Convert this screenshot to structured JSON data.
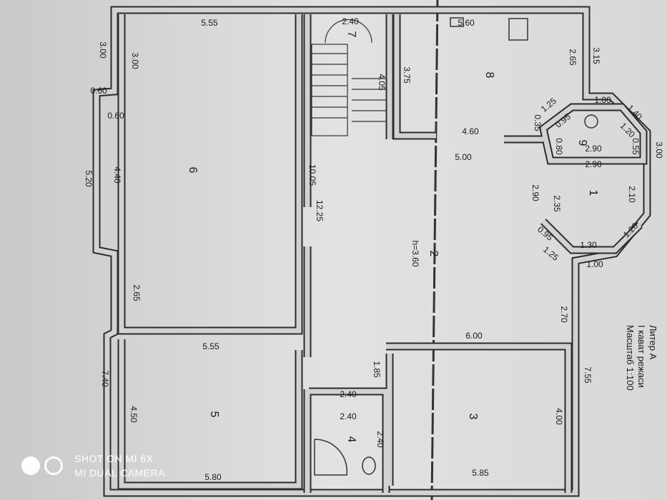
{
  "plan": {
    "rooms": [
      "6",
      "7",
      "8",
      "9",
      "1",
      "2",
      "5",
      "4",
      "3"
    ],
    "height_label": "h=3.60",
    "dimensions": [
      "5.55",
      "2.40",
      "5.60",
      "3.00",
      "3.00",
      "0.60",
      "0.60",
      "3.75",
      "4.05",
      "2.65",
      "3.15",
      "1.00",
      "1.25",
      "1.40",
      "0.35",
      "0.95",
      "1.20",
      "0.55",
      "0.80",
      "3.00",
      "4.60",
      "5.00",
      "2.90",
      "2.90",
      "10.05",
      "5.20",
      "4.40",
      "2.10",
      "2.90",
      "2.35",
      "12.25",
      "1.20",
      "0.95",
      "1.30",
      "1.25",
      "1.00",
      "2.65",
      "2.70",
      "6.00",
      "5.55",
      "1.85",
      "7.40",
      "7.55",
      "2.40",
      "2.40",
      "4.50",
      "4.00",
      "2.40",
      "5.80",
      "5.85"
    ]
  },
  "legend": {
    "line1": "Литер А",
    "line2": "I кават режаси",
    "line3": "Масштаб 1:100"
  },
  "watermark": {
    "line1": "SHOT ON MI 6X",
    "line2": "MI DUAL CAMERA"
  },
  "colors": {
    "paper": "#dcdcda",
    "wall": "#2c2c2c"
  }
}
